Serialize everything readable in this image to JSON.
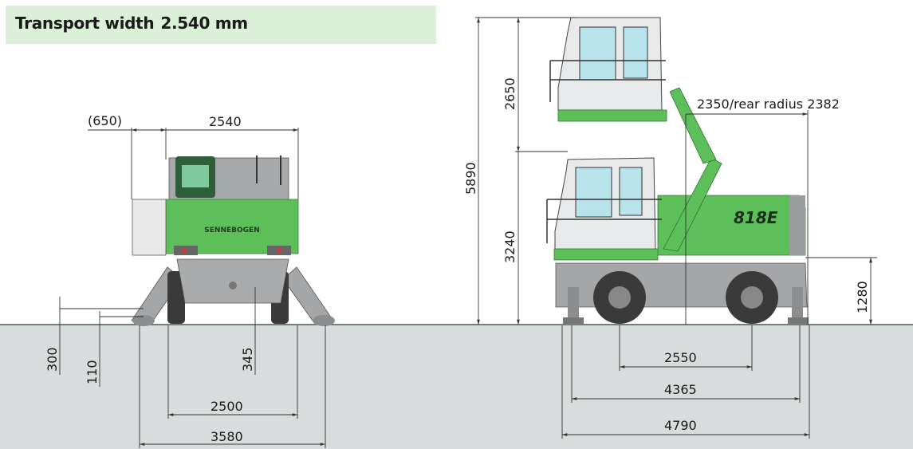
{
  "header": {
    "label": "Transport width",
    "value": "2.540 mm"
  },
  "rear_view": {
    "dimensions": {
      "outrigger_offset": "(650)",
      "transport_width": "2540",
      "support_lift": "300",
      "support_depth": "110",
      "ground_clearance": "345",
      "track_width": "2500",
      "outrigger_span": "3580"
    },
    "logo": "SENNEBOGEN"
  },
  "side_view": {
    "dimensions": {
      "total_height": "5890",
      "cab_lift": "2650",
      "cab_height": "3240",
      "rear_radius": "2350/rear radius 2382",
      "counterweight_height": "1280",
      "wheelbase": "2550",
      "support_length": "4365",
      "outrigger_length": "4790"
    },
    "model_badge": "818E"
  },
  "colors": {
    "machine_green": "#5cbf5a",
    "undercarriage_gray": "#9a9c9e",
    "ground": "#d9dcdc",
    "title_bg": "#dcefd9"
  }
}
